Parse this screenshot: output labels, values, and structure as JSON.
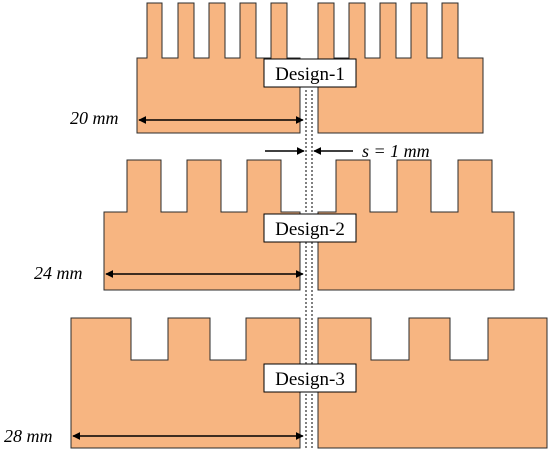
{
  "designs": [
    {
      "label": "Design-1",
      "width": "20 mm"
    },
    {
      "label": "Design-2",
      "width": "24 mm"
    },
    {
      "label": "Design-3",
      "width": "28 mm"
    }
  ],
  "gap": {
    "label": "s = 1 mm"
  },
  "colors": {
    "plate": "#F7B581",
    "outline": "#2b2b2b"
  }
}
